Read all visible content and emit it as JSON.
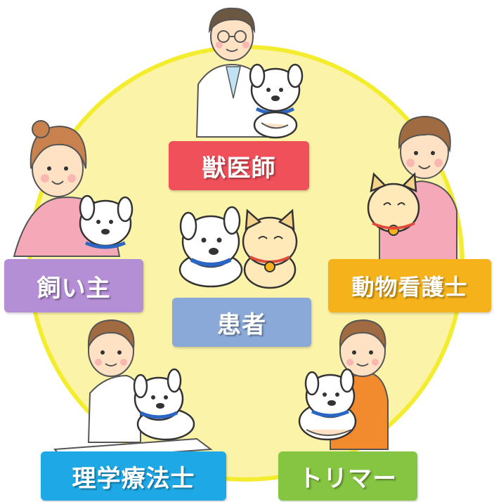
{
  "roles": {
    "vet": {
      "label": "獣医師",
      "color": "#f0505a"
    },
    "owner": {
      "label": "飼い主",
      "color": "#b58fd6"
    },
    "nurse": {
      "label": "動物看護士",
      "color": "#f5b21b"
    },
    "patient": {
      "label": "患者",
      "color": "#8ba9d8"
    },
    "therapist": {
      "label": "理学療法士",
      "color": "#1ea9e6"
    },
    "trimmer": {
      "label": "トリマー",
      "color": "#86c541"
    }
  },
  "circle": {
    "fill": "#fbf4a8",
    "stroke": "#f4ec2e"
  }
}
